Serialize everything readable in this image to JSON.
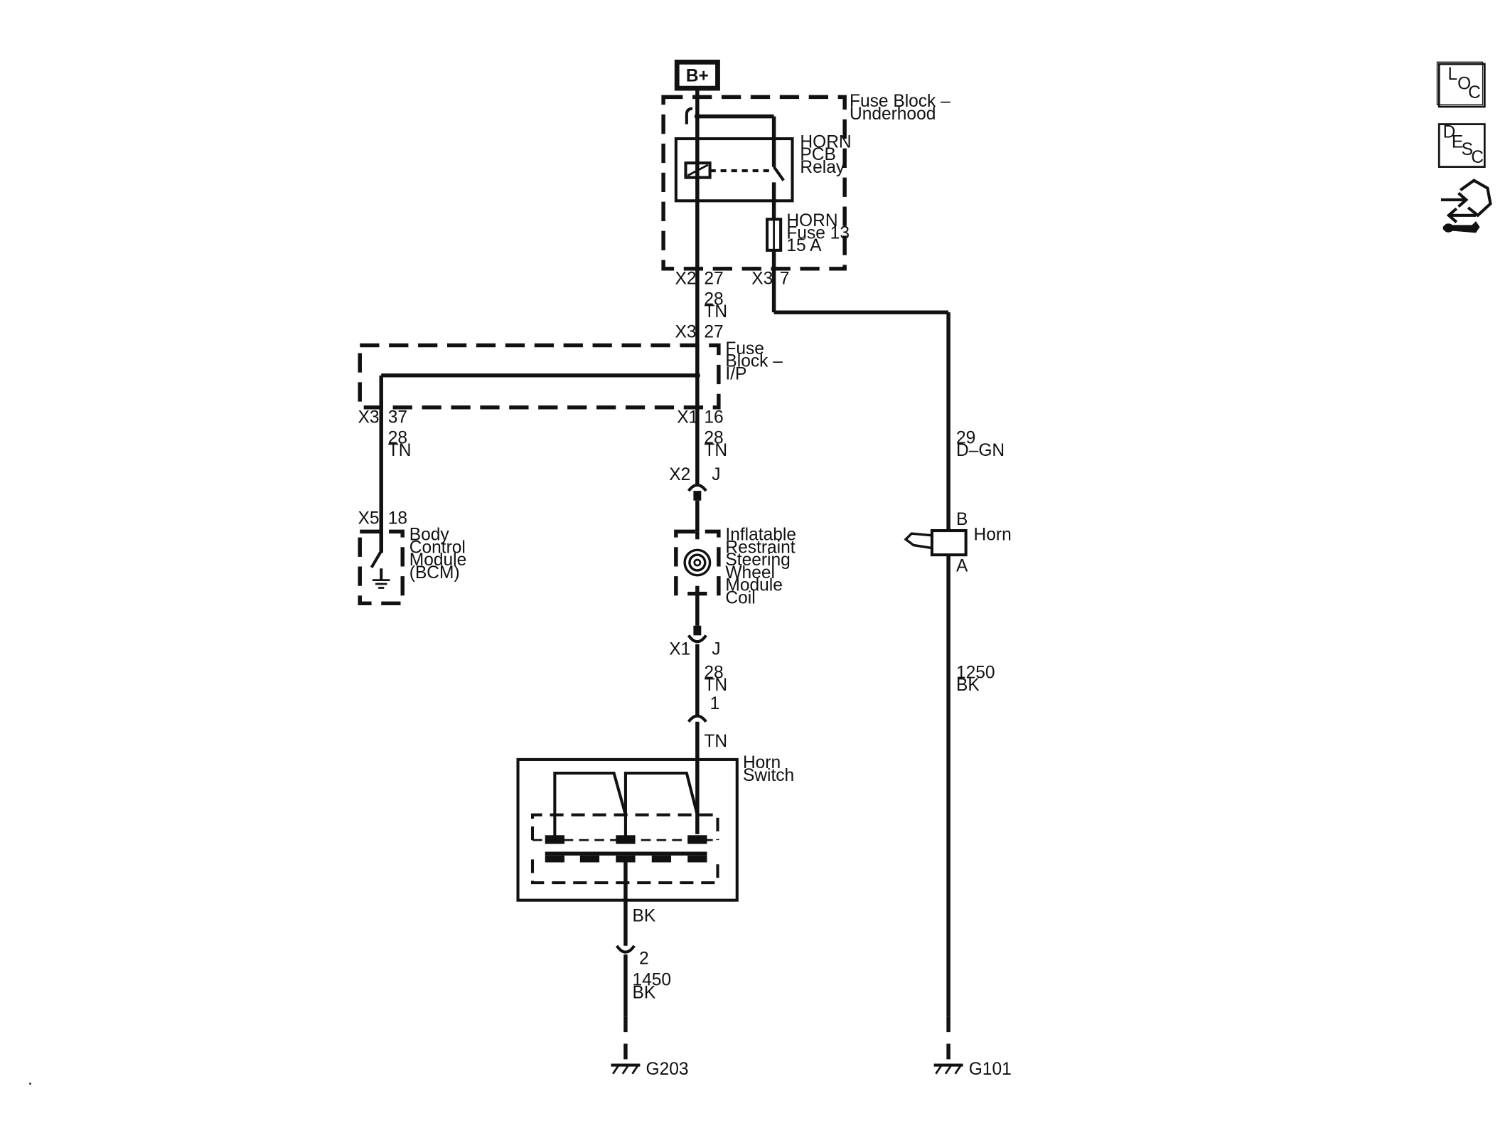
{
  "power_source": "B+",
  "fuse_block_underhood": {
    "line1": "Fuse Block –",
    "line2": "Underhood"
  },
  "relay": {
    "line1": "HORN",
    "line2": "PCB",
    "line3": "Relay"
  },
  "fuse": {
    "line1": "HORN",
    "line2": "Fuse 13",
    "line3": "15 A"
  },
  "conn_x2": "X2",
  "pin_27": "27",
  "conn_x3": "X3",
  "pin_7": "7",
  "wire_28": "28",
  "wire_tn": "TN",
  "fuse_block_ip": {
    "line1": "Fuse",
    "line2": "Block –",
    "line3": "I/P"
  },
  "pin_37": "37",
  "conn_x1": "X1",
  "pin_16": "16",
  "wire_29": "29",
  "wire_dgn": "D–GN",
  "conn_x5": "X5",
  "pin_18": "18",
  "bcm": {
    "line1": "Body",
    "line2": "Control",
    "line3": "Module",
    "line4": "(BCM)"
  },
  "pin_j": "J",
  "coil": {
    "line1": "Inflatable",
    "line2": "Restraint",
    "line3": "Steering",
    "line4": "Wheel",
    "line5": "Module",
    "line6": "Coil"
  },
  "horn": {
    "label": "Horn",
    "pin_b": "B",
    "pin_a": "A"
  },
  "pin_1": "1",
  "horn_switch": {
    "line1": "Horn",
    "line2": "Switch"
  },
  "wire_1250": "1250",
  "wire_bk": "BK",
  "pin_2": "2",
  "wire_1450": "1450",
  "ground_g203": "G203",
  "ground_g101": "G101",
  "nav": {
    "loc": {
      "l": "L",
      "o": "O",
      "c": "C"
    },
    "desc": {
      "d": "D",
      "e": "E",
      "s": "S",
      "c": "C"
    }
  }
}
